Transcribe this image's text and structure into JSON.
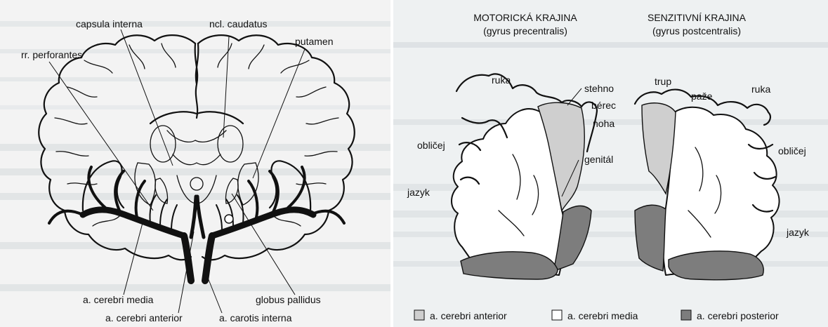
{
  "left_diagram": {
    "labels": {
      "capsula_interna": "capsula interna",
      "ncl_caudatus": "ncl. caudatus",
      "putamen": "putamen",
      "rr_perforantes": "rr. perforantes",
      "a_cerebri_media": "a. cerebri media",
      "a_cerebri_anterior": "a. cerebri anterior",
      "a_carotis_interna": "a. carotis interna",
      "globus_pallidus": "globus pallidus"
    }
  },
  "right_diagram": {
    "headings": {
      "motor_title": "MOTORICKÁ KRAJINA",
      "motor_subtitle": "(gyrus precentralis)",
      "sensory_title": "SENZITIVNÍ KRAJINA",
      "sensory_subtitle": "(gyrus postcentralis)"
    },
    "motor_labels": {
      "ruka": "ruka",
      "oblicej": "obličej",
      "jazyk": "jazyk",
      "stehno": "stehno",
      "berec": "bérec",
      "noha": "noha",
      "genital": "genitál"
    },
    "sensory_labels": {
      "trup": "trup",
      "paze": "paže",
      "ruka": "ruka",
      "oblicej": "obličej",
      "jazyk": "jazyk"
    },
    "legend": [
      {
        "label": "a. cerebri anterior",
        "color": "#cfcfcf"
      },
      {
        "label": "a. cerebri media",
        "color": "#ffffff"
      },
      {
        "label": "a. cerebri posterior",
        "color": "#7d7d7d"
      }
    ]
  }
}
